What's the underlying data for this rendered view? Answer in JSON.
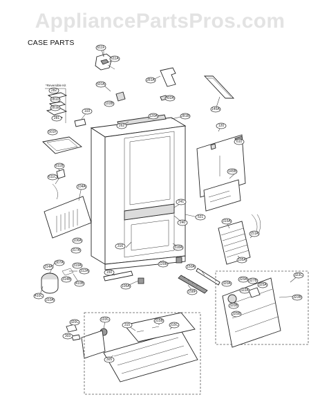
{
  "watermark": "AppliancePartsPros.com",
  "diagram": {
    "title": "CASE PARTS",
    "kit_label": "*Reversible Kit",
    "callouts": [
      {
        "id": "c-611f",
        "label": "611F"
      },
      {
        "id": "c-611a",
        "label": "611A"
      },
      {
        "id": "c-501a",
        "label": "501A"
      },
      {
        "id": "c-281a",
        "label": "281A"
      },
      {
        "id": "c-402a",
        "label": "402A"
      },
      {
        "id": "c-145a",
        "label": "145A"
      },
      {
        "id": "c-282",
        "label": "282"
      },
      {
        "id": "c-281d",
        "label": "281D"
      },
      {
        "id": "c-281e",
        "label": "281E"
      },
      {
        "id": "c-281",
        "label": "281"
      },
      {
        "id": "c-103",
        "label": "103"
      },
      {
        "id": "c-103b",
        "label": "103B"
      },
      {
        "id": "c-120a",
        "label": "120A"
      },
      {
        "id": "c-281b",
        "label": "281B"
      },
      {
        "id": "c-120",
        "label": "120"
      },
      {
        "id": "c-262",
        "label": "262"
      },
      {
        "id": "c-501f",
        "label": "501F"
      },
      {
        "id": "c-610",
        "label": "610"
      },
      {
        "id": "c-145b",
        "label": "145B"
      },
      {
        "id": "c-611b",
        "label": "611B"
      },
      {
        "id": "c-611c",
        "label": "611C"
      },
      {
        "id": "c-104a",
        "label": "104A"
      },
      {
        "id": "c-241",
        "label": "241"
      },
      {
        "id": "c-240",
        "label": "240"
      },
      {
        "id": "c-521",
        "label": "521"
      },
      {
        "id": "c-315a",
        "label": "315A"
      },
      {
        "id": "c-151a",
        "label": "151A"
      },
      {
        "id": "c-105a",
        "label": "105A"
      },
      {
        "id": "c-106a",
        "label": "106A"
      },
      {
        "id": "c-316",
        "label": "316"
      },
      {
        "id": "c-318a",
        "label": "318A"
      },
      {
        "id": "c-317a",
        "label": "317A"
      },
      {
        "id": "c-314a",
        "label": "314A"
      },
      {
        "id": "c-307a",
        "label": "307A"
      },
      {
        "id": "c-319a",
        "label": "319A"
      },
      {
        "id": "c-312a",
        "label": "312A"
      },
      {
        "id": "c-314b",
        "label": "314B"
      },
      {
        "id": "c-410b",
        "label": "410B"
      },
      {
        "id": "c-410c",
        "label": "410C"
      },
      {
        "id": "c-310a",
        "label": "310A"
      },
      {
        "id": "c-150",
        "label": "150"
      },
      {
        "id": "c-120b",
        "label": "120B"
      },
      {
        "id": "c-150a",
        "label": "150A"
      },
      {
        "id": "c-195a",
        "label": "195A"
      },
      {
        "id": "c-158f",
        "label": "158F"
      },
      {
        "id": "c-323c",
        "label": "323C"
      },
      {
        "id": "c-320a",
        "label": "320A"
      },
      {
        "id": "c-329a",
        "label": "329A"
      },
      {
        "id": "c-327b",
        "label": "327B"
      },
      {
        "id": "c-325a",
        "label": "325A"
      },
      {
        "id": "c-322a",
        "label": "322A"
      },
      {
        "id": "c-323b",
        "label": "323B"
      },
      {
        "id": "c-320b",
        "label": "320B"
      },
      {
        "id": "c-325b",
        "label": "325B"
      },
      {
        "id": "c-315",
        "label": "315"
      },
      {
        "id": "c-315b",
        "label": "315B"
      },
      {
        "id": "c-315c",
        "label": "315C"
      },
      {
        "id": "c-320c",
        "label": "320C"
      },
      {
        "id": "c-103c",
        "label": "103C"
      },
      {
        "id": "c-303",
        "label": "303"
      },
      {
        "id": "c-305",
        "label": "305"
      }
    ]
  }
}
